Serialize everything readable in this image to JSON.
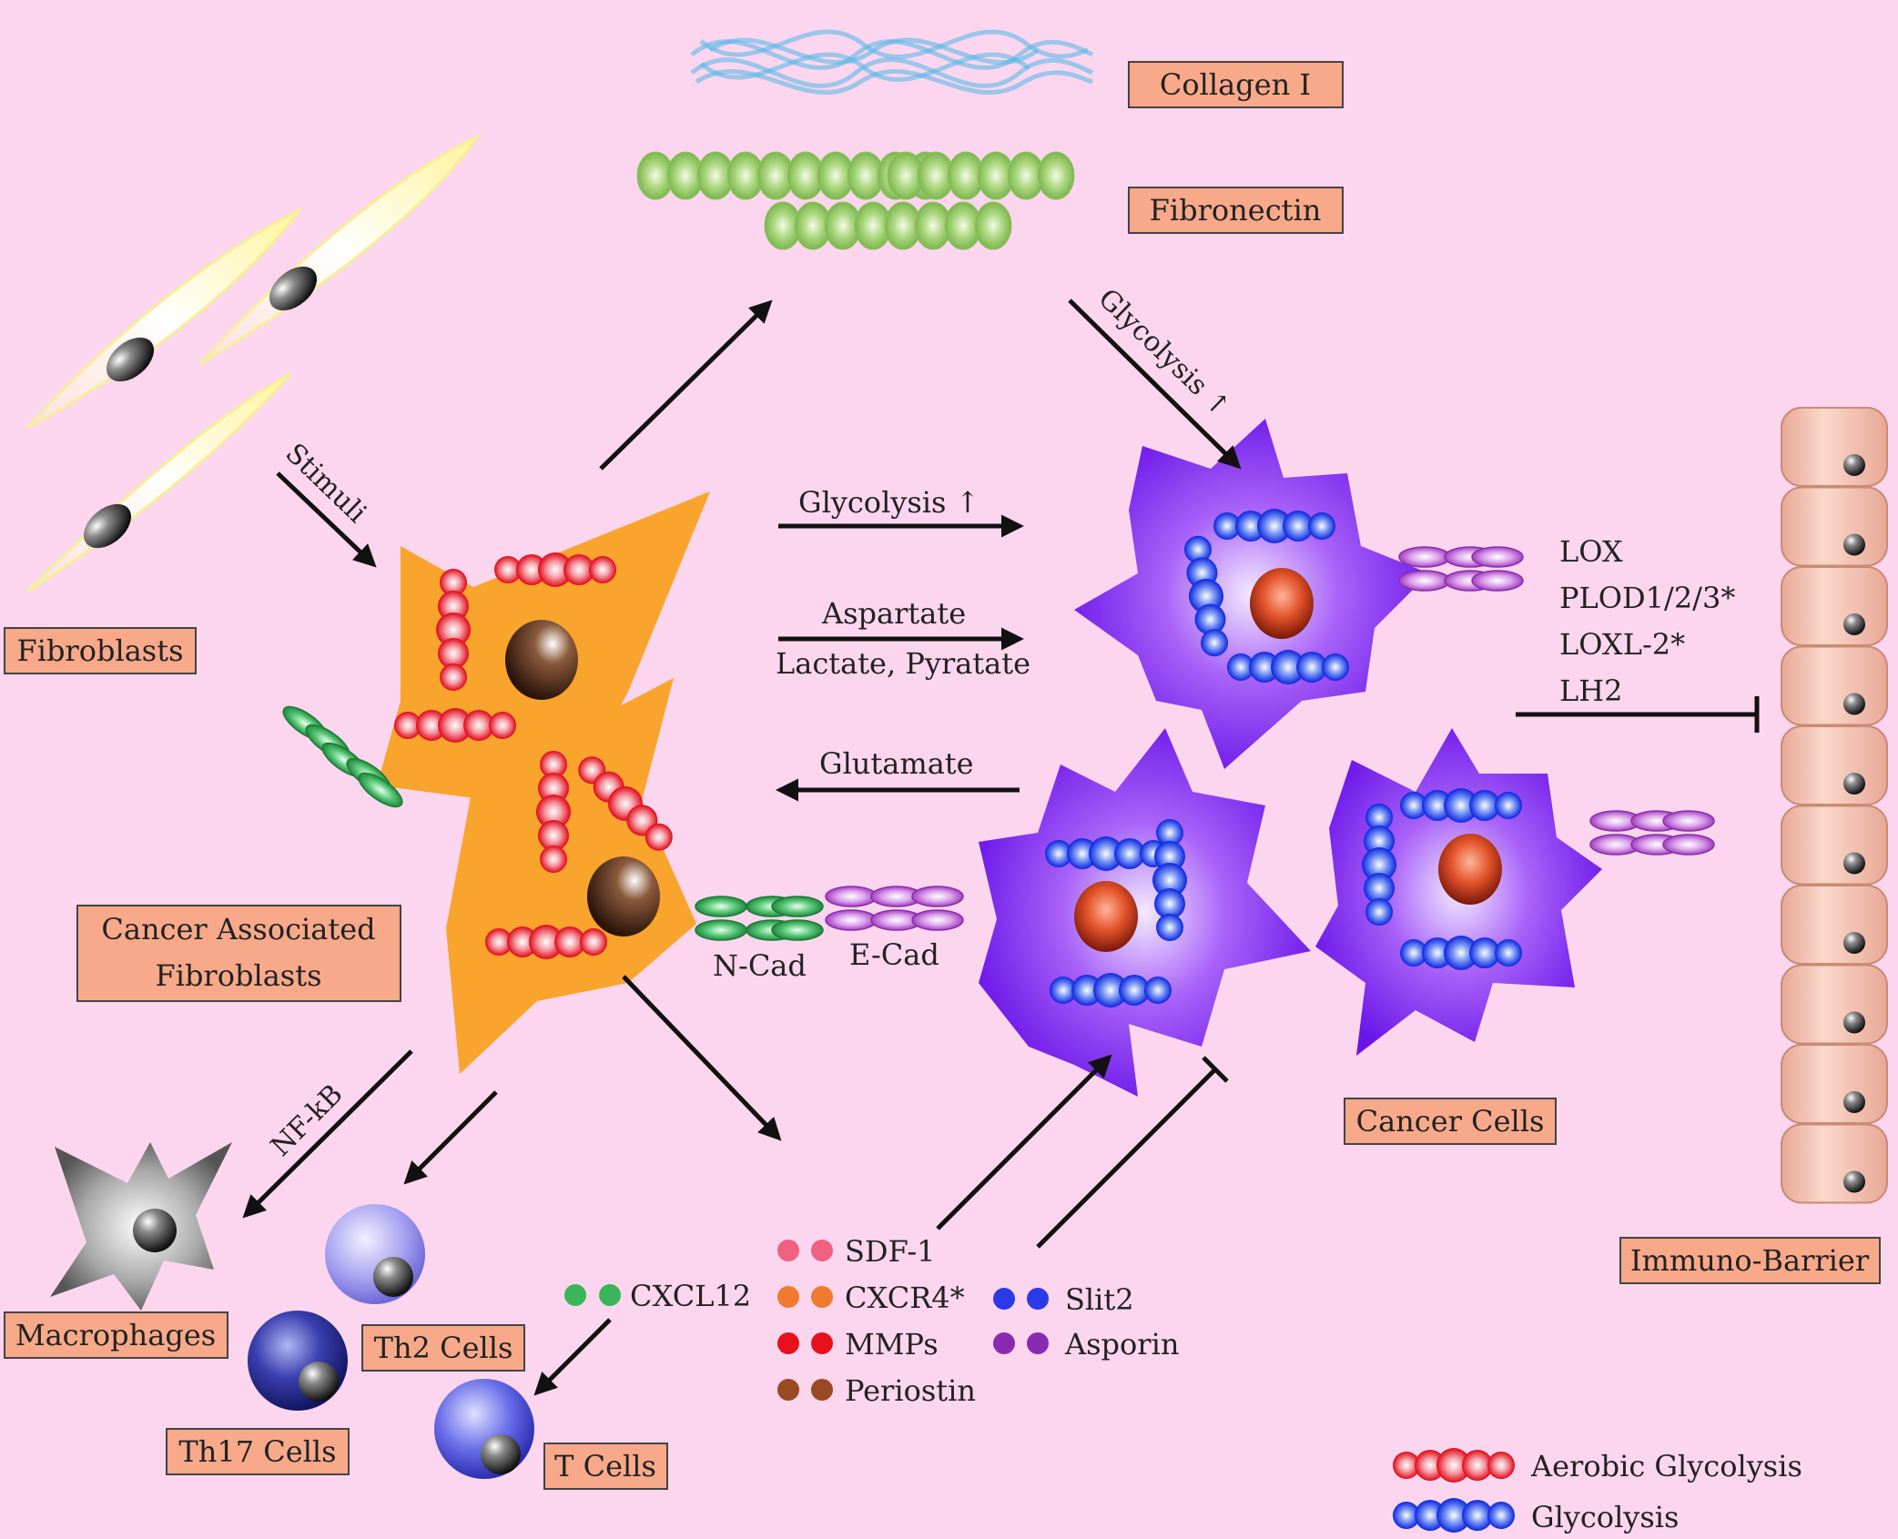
{
  "colors": {
    "background": "#fcd6ee",
    "label_box": "#f7a98a",
    "caf_body": "#f9a42c",
    "cancer_cell": "#8a2cf0",
    "aerobic_glycolysis": "#e60d1e",
    "glycolysis": "#1230e0",
    "collagen": "#4fb8e8",
    "fibronectin": "#9acc6a",
    "n_cad": "#3bb55a",
    "e_cad": "#c25fd6",
    "immuno_barrier_cell": "#f5c0ad"
  },
  "labels": {
    "collagen": "Collagen I",
    "fibronectin": "Fibronectin",
    "fibroblasts": "Fibroblasts",
    "caf_line1": "Cancer Associated",
    "caf_line2": "Fibroblasts",
    "cancer_cells": "Cancer Cells",
    "immuno_barrier": "Immuno-Barrier",
    "macrophages": "Macrophages",
    "th2": "Th2 Cells",
    "th17": "Th17 Cells",
    "tcells": "T Cells"
  },
  "arrows": {
    "stimuli": "Stimuli",
    "glycolysis_top": "Glycolysis ↑",
    "glycolysis_mid": "Glycolysis ↑",
    "aspartate": "Aspartate",
    "lactate": "Lactate, Pyratate",
    "glutamate": "Glutamate",
    "nfkb": "NF-kB"
  },
  "adhesion": {
    "ncad": "N-Cad",
    "ecad": "E-Cad"
  },
  "enzymes": [
    "LOX",
    "PLOD1/2/3*",
    "LOXL-2*",
    "LH2"
  ],
  "factors": {
    "sdf1": "SDF-1",
    "cxcr4": "CXCR4*",
    "mmps": "MMPs",
    "periostin": "Periostin",
    "cxcl12": "CXCL12",
    "slit2": "Slit2",
    "asporin": "Asporin"
  },
  "legend": {
    "aerobic": "Aerobic Glycolysis",
    "glycolysis": "Glycolysis"
  }
}
